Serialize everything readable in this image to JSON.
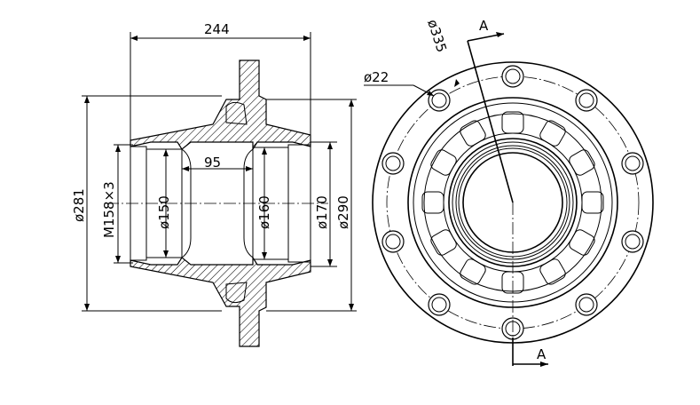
{
  "drawing": {
    "dimensions": {
      "overall_length": "244",
      "flange_diameter": "ø281",
      "thread": "M158×3",
      "bore_150": "ø150",
      "inner_length": "95",
      "bore_160": "ø160",
      "bore_170": "ø170",
      "outer_290": "ø290",
      "bolt_circle": "ø335",
      "bolt_hole": "ø22"
    },
    "section_marks": {
      "top": "A",
      "bottom": "A"
    }
  }
}
